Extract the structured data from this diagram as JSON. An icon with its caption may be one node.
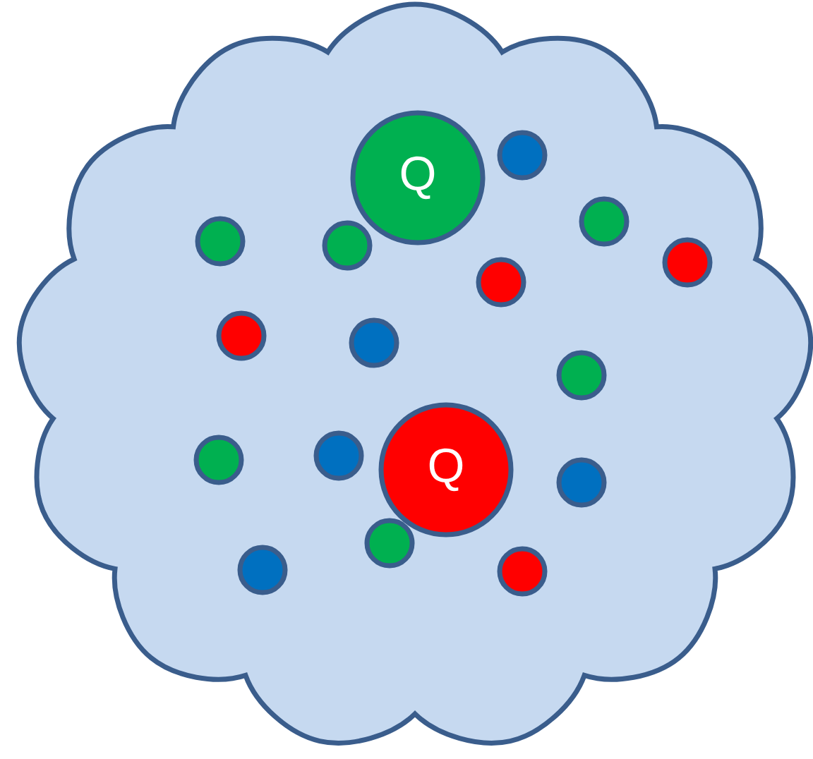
{
  "diagram": {
    "nodes": [
      {
        "text": [],
        "shape": "cloud"
      },
      {
        "text": [],
        "shape": "circle",
        "in": 0
      },
      {
        "text": [
          "Q"
        ],
        "in": 0
      },
      {
        "text": [],
        "shape": "circle",
        "in": 0
      },
      {
        "text": [],
        "shape": "circle",
        "in": 0
      },
      {
        "text": [],
        "shape": "circle",
        "in": 0
      },
      {
        "text": [],
        "shape": "circle",
        "in": 0
      },
      {
        "text": [],
        "shape": "circle",
        "in": 0
      },
      {
        "text": [],
        "shape": "circle",
        "in": 0
      },
      {
        "text": [],
        "shape": "circle",
        "in": 0
      },
      {
        "text": [],
        "shape": "circle",
        "in": 0
      },
      {
        "text": [],
        "shape": "circle",
        "in": 0
      },
      {
        "text": [],
        "shape": "circle",
        "in": 0
      },
      {
        "text": [
          "Q"
        ],
        "in": 0
      },
      {
        "text": [],
        "shape": "circle",
        "in": 0
      },
      {
        "text": [],
        "shape": "circle",
        "in": 0
      },
      {
        "text": [],
        "shape": "circle",
        "in": 0
      },
      {
        "text": [],
        "shape": "circle",
        "in": 0
      }
    ]
  }
}
